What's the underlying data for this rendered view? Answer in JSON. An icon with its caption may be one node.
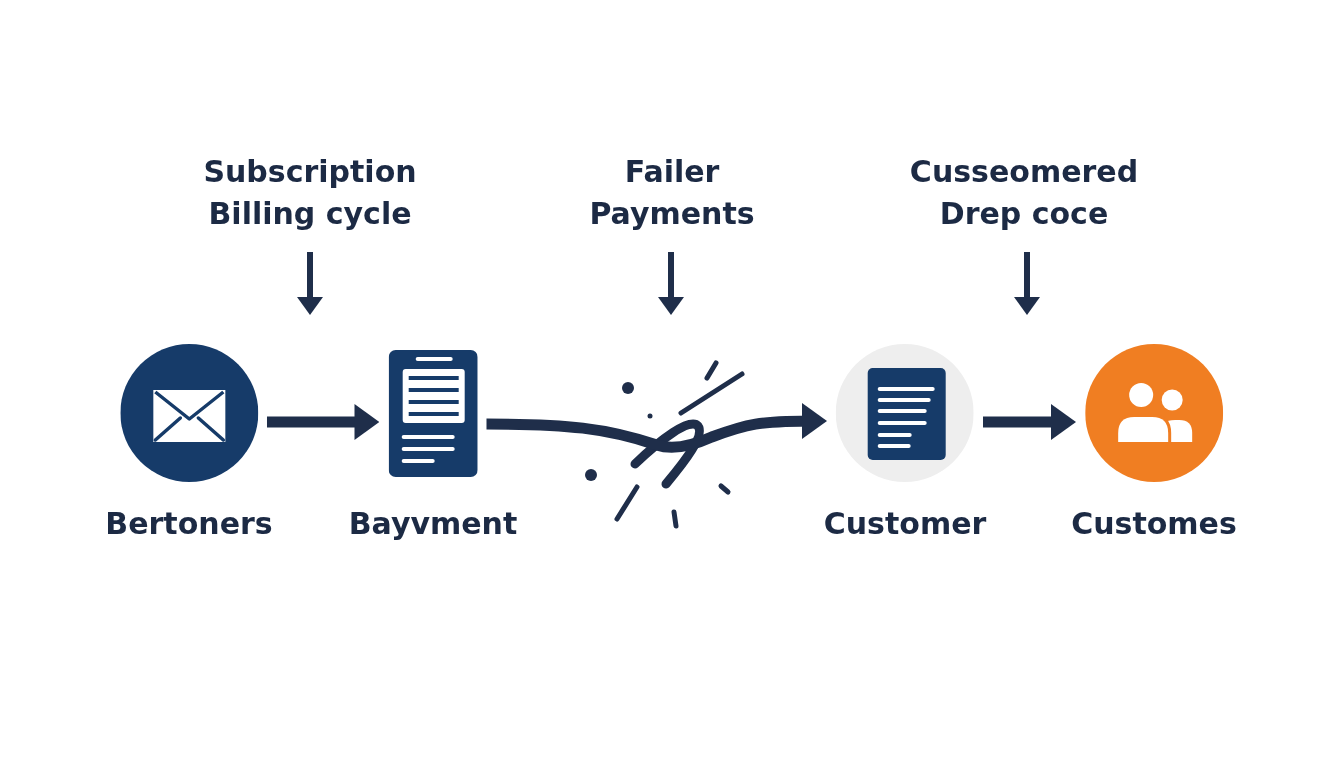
{
  "diagram": {
    "nodes": [
      {
        "text": [
          "Subscription Billing cycle"
        ]
      },
      {
        "text": [
          "Failer Payments"
        ]
      },
      {
        "text": [
          "Cusseomered Drep coce"
        ]
      },
      {
        "text": [
          "Bertoners"
        ]
      },
      {
        "text": [
          "Bayvment"
        ]
      },
      {
        "text": [
          "Customer"
        ]
      },
      {
        "text": [
          "Customes"
        ]
      }
    ],
    "edges": [
      {
        "from": 0,
        "to": null,
        "arrow": "to"
      },
      {
        "from": 1,
        "to": null,
        "arrow": "to"
      },
      {
        "from": 2,
        "to": null,
        "arrow": "to"
      },
      {
        "from": 3,
        "to": 4,
        "arrow": "to",
        "style": "thick"
      },
      {
        "from": 4,
        "to": 5,
        "arrow": "to",
        "style": "thick"
      },
      {
        "from": 5,
        "to": 6,
        "arrow": "to",
        "style": "thick"
      }
    ]
  }
}
